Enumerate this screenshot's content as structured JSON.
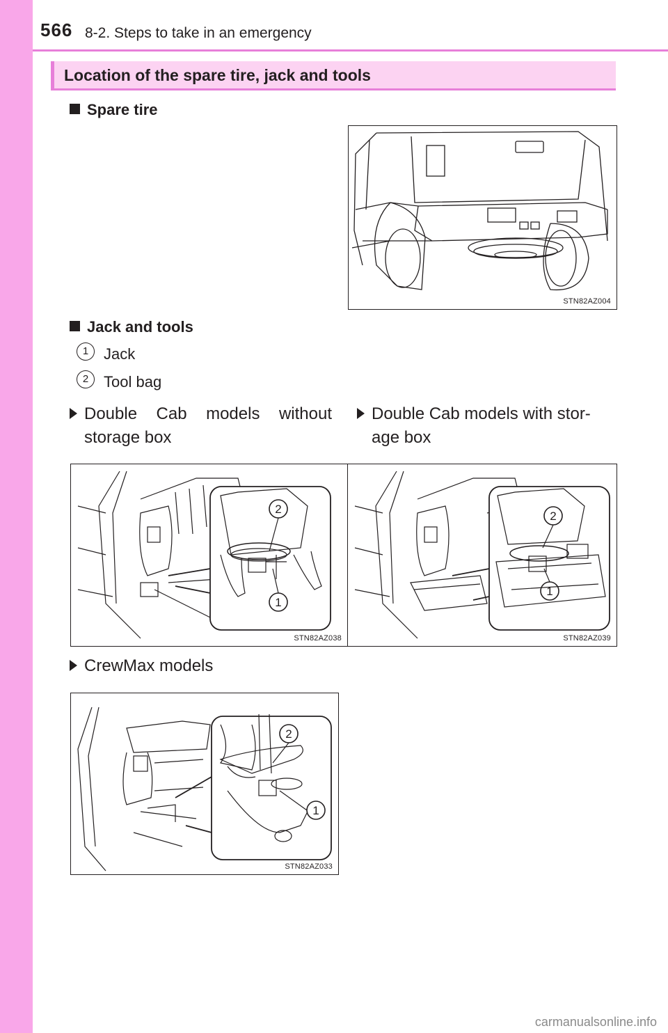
{
  "header": {
    "page_number": "566",
    "section": "8-2. Steps to take in an emergency"
  },
  "title": "Location of the spare tire, jack and tools",
  "spare_tire": {
    "heading": "Spare tire",
    "figure_code": "STN82AZ004"
  },
  "jack_tools": {
    "heading": "Jack and tools",
    "items": [
      {
        "num": "1",
        "label": "Jack"
      },
      {
        "num": "2",
        "label": "Tool bag"
      }
    ]
  },
  "models": {
    "double_no_box": {
      "line1": "Double Cab models without",
      "line2": "storage box",
      "figure_code": "STN82AZ038"
    },
    "double_box": {
      "line1": "Double Cab models with stor-",
      "line2": "age box",
      "figure_code": "STN82AZ039"
    },
    "crewmax": {
      "label": "CrewMax models",
      "figure_code": "STN82AZ033"
    }
  },
  "callouts": {
    "one": "1",
    "two": "2"
  },
  "watermark": "carmanualsonline.info",
  "colors": {
    "accent": "#e77fd9",
    "sidebar": "#f9a7e9",
    "title_fill": "#fcd3f2"
  }
}
